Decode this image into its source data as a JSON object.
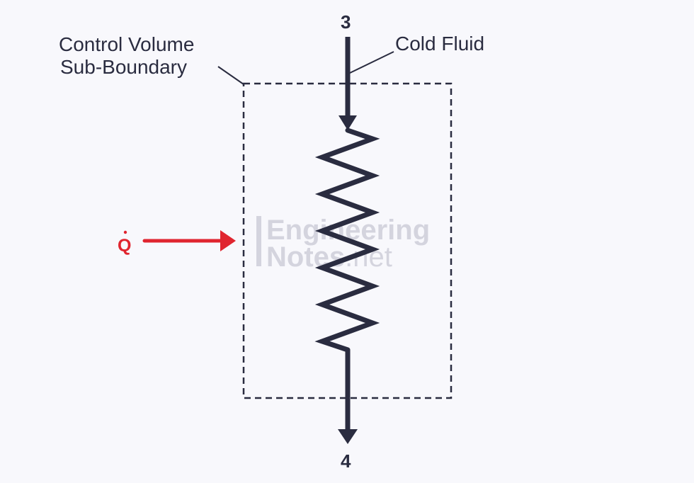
{
  "diagram": {
    "inlet_state": "3",
    "outlet_state": "4",
    "boundary_label_line1": "Control Volume",
    "boundary_label_line2": "Sub-Boundary",
    "fluid_label": "Cold Fluid",
    "heat_label": "Q",
    "watermark_line1": "Engineering",
    "watermark_line2_a": "Notes",
    "watermark_line2_b": ".net"
  },
  "colors": {
    "stroke": "#2a2c40",
    "heat": "#e0252f",
    "background": "#f8f8fc",
    "watermark": "#d4d4de"
  },
  "icons": {
    "heat_arrow": "right-arrow",
    "flow_arrow": "down-arrow"
  }
}
